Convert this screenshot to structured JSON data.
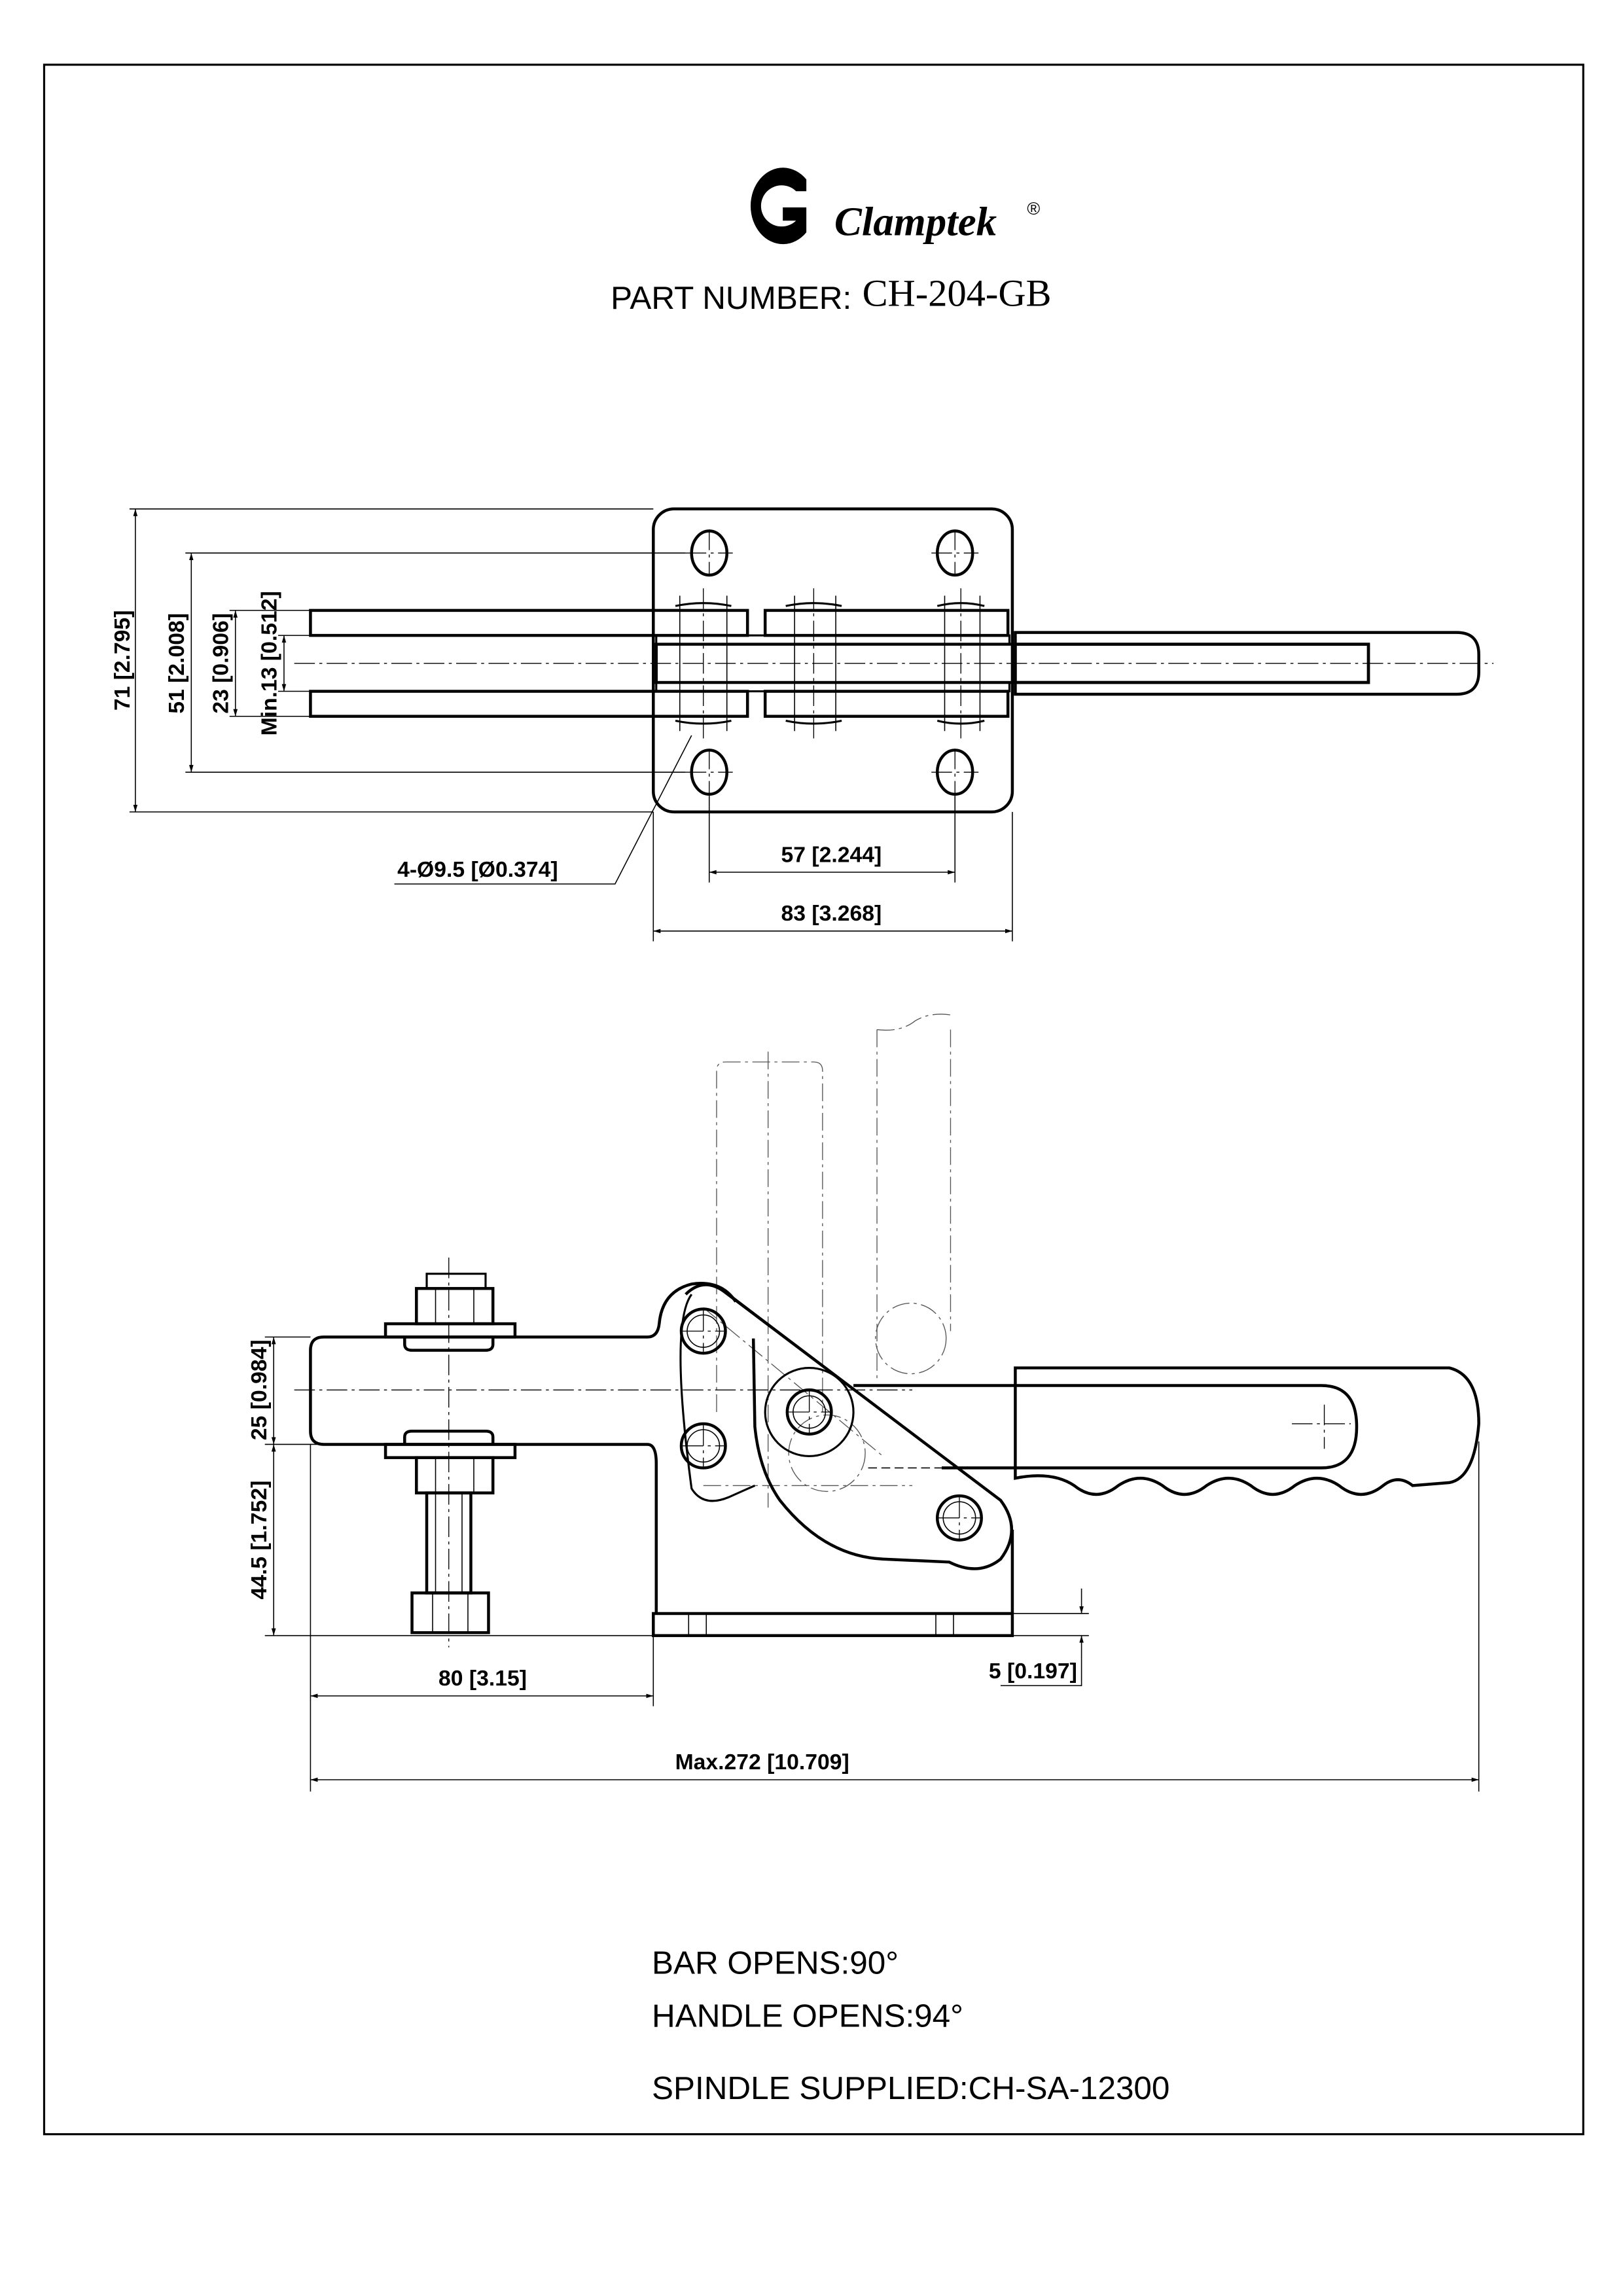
{
  "brand": {
    "name": "Clamptek",
    "registered_mark": "®"
  },
  "header": {
    "part_number_label": "PART NUMBER:",
    "part_number": "CH-204-GB"
  },
  "top_view": {
    "dimensions": {
      "overall_height": "71 [2.795]",
      "hole_spacing_vertical": "51 [2.008]",
      "bar_outer_width": "23 [0.906]",
      "bar_gap_min": "Min.13 [0.512]",
      "holes": "4-Ø9.5 [Ø0.374]",
      "hole_spacing_horizontal": "57 [2.244]",
      "base_width": "83 [3.268]"
    }
  },
  "side_view": {
    "dimensions": {
      "bar_height": "25 [0.984]",
      "bar_to_base": "44.5 [1.752]",
      "bar_reach": "80 [3.15]",
      "base_thickness": "5 [0.197]",
      "overall_length": "Max.272 [10.709]"
    }
  },
  "notes": [
    "BAR OPENS:90°",
    "HANDLE OPENS:94°",
    "SPINDLE SUPPLIED:CH-SA-12300"
  ]
}
